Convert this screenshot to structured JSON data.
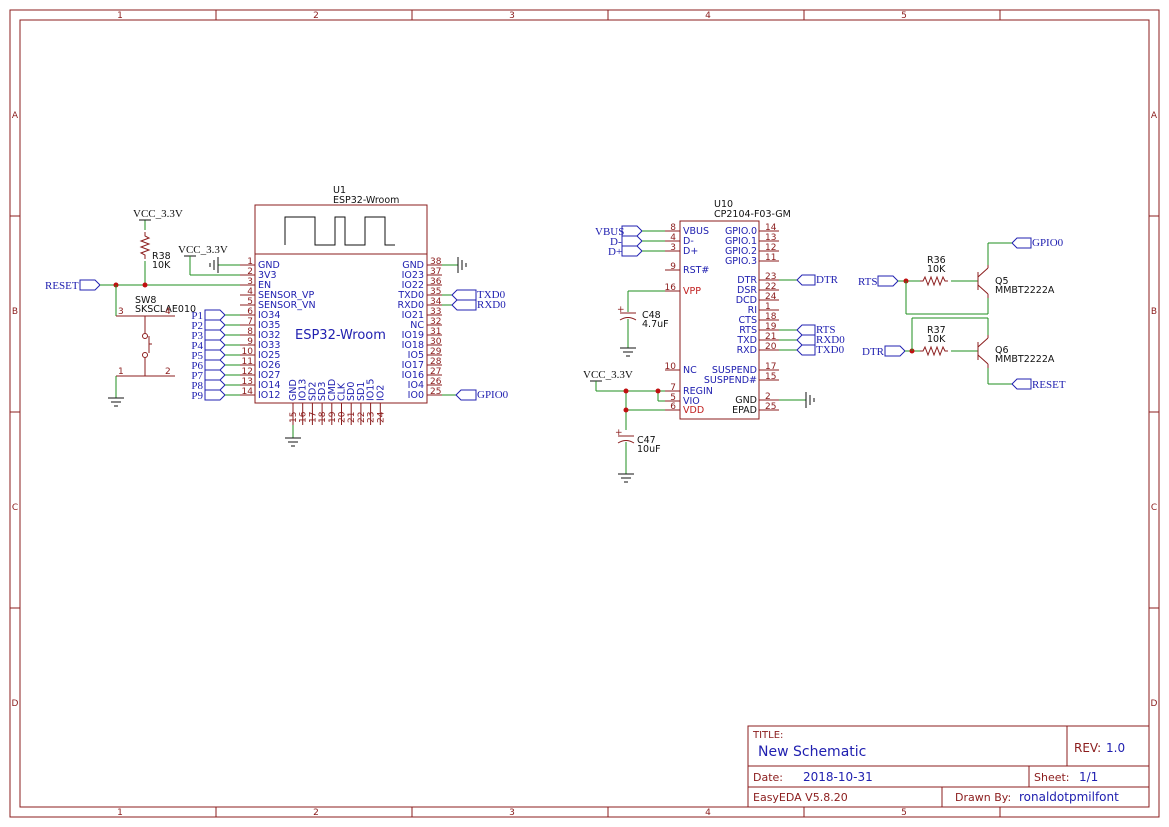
{
  "frame": {
    "col_labels": [
      "1",
      "2",
      "3",
      "4",
      "5"
    ],
    "row_labels": [
      "A",
      "B",
      "C",
      "D"
    ]
  },
  "titleblock": {
    "title_label": "TITLE:",
    "title_value": "New Schematic",
    "rev_label": "REV:",
    "rev_value": "1.0",
    "date_label": "Date:",
    "date_value": "2018-10-31",
    "sheet_label": "Sheet:",
    "sheet_value": "1/1",
    "tool": "EasyEDA V5.8.20",
    "drawn_label": "Drawn By:",
    "drawn_value": "ronaldotpmilfont"
  },
  "u1": {
    "ref": "U1",
    "value": "ESP32-Wroom",
    "center_label": "ESP32-Wroom",
    "left_pins": [
      {
        "num": "1",
        "name": "GND"
      },
      {
        "num": "2",
        "name": "3V3"
      },
      {
        "num": "3",
        "name": "EN"
      },
      {
        "num": "4",
        "name": "SENSOR_VP"
      },
      {
        "num": "5",
        "name": "SENSOR_VN"
      },
      {
        "num": "6",
        "name": "IO34"
      },
      {
        "num": "7",
        "name": "IO35"
      },
      {
        "num": "8",
        "name": "IO32"
      },
      {
        "num": "9",
        "name": "IO33"
      },
      {
        "num": "10",
        "name": "IO25"
      },
      {
        "num": "11",
        "name": "IO26"
      },
      {
        "num": "12",
        "name": "IO27"
      },
      {
        "num": "13",
        "name": "IO14"
      },
      {
        "num": "14",
        "name": "IO12"
      }
    ],
    "right_pins": [
      {
        "num": "38",
        "name": "GND"
      },
      {
        "num": "37",
        "name": "IO23"
      },
      {
        "num": "36",
        "name": "IO22"
      },
      {
        "num": "35",
        "name": "TXD0"
      },
      {
        "num": "34",
        "name": "RXD0"
      },
      {
        "num": "33",
        "name": "IO21"
      },
      {
        "num": "32",
        "name": "NC"
      },
      {
        "num": "31",
        "name": "IO19"
      },
      {
        "num": "30",
        "name": "IO18"
      },
      {
        "num": "29",
        "name": "IO5"
      },
      {
        "num": "28",
        "name": "IO17"
      },
      {
        "num": "27",
        "name": "IO16"
      },
      {
        "num": "26",
        "name": "IO4"
      },
      {
        "num": "25",
        "name": "IO0"
      }
    ],
    "bottom_pins": [
      {
        "num": "15",
        "name": "GND"
      },
      {
        "num": "16",
        "name": "IO13"
      },
      {
        "num": "17",
        "name": "SD2"
      },
      {
        "num": "18",
        "name": "SD3"
      },
      {
        "num": "19",
        "name": "CMD"
      },
      {
        "num": "20",
        "name": "CLK"
      },
      {
        "num": "21",
        "name": "SD0"
      },
      {
        "num": "22",
        "name": "SD1"
      },
      {
        "num": "23",
        "name": "IO15"
      },
      {
        "num": "24",
        "name": "IO2"
      }
    ],
    "p_labels": [
      "P1",
      "P2",
      "P3",
      "P4",
      "P5",
      "P6",
      "P7",
      "P8",
      "P9"
    ]
  },
  "u10": {
    "ref": "U10",
    "value": "CP2104-F03-GM",
    "left_pins": [
      {
        "num": "8",
        "name": "VBUS",
        "red": false
      },
      {
        "num": "4",
        "name": "D-",
        "red": false
      },
      {
        "num": "3",
        "name": "D+",
        "red": false
      },
      {
        "num": "9",
        "name": "RST#",
        "red": false
      },
      {
        "num": "16",
        "name": "VPP",
        "red": true
      },
      {
        "num": "10",
        "name": "NC",
        "red": false
      },
      {
        "num": "7",
        "name": "REGIN",
        "red": false
      },
      {
        "num": "5",
        "name": "VIO",
        "red": false
      },
      {
        "num": "6",
        "name": "VDD",
        "red": true
      }
    ],
    "right_pins": [
      {
        "num": "14",
        "name": "GPIO.0"
      },
      {
        "num": "13",
        "name": "GPIO.1"
      },
      {
        "num": "12",
        "name": "GPIO.2"
      },
      {
        "num": "11",
        "name": "GPIO.3"
      },
      {
        "num": "23",
        "name": "DTR"
      },
      {
        "num": "22",
        "name": "DSR"
      },
      {
        "num": "24",
        "name": "DCD"
      },
      {
        "num": "1",
        "name": "RI"
      },
      {
        "num": "18",
        "name": "CTS"
      },
      {
        "num": "19",
        "name": "RTS"
      },
      {
        "num": "21",
        "name": "TXD"
      },
      {
        "num": "20",
        "name": "RXD"
      },
      {
        "num": "17",
        "name": "SUSPEND"
      },
      {
        "num": "15",
        "name": "SUSPEND#"
      },
      {
        "num": "2",
        "name": "GND"
      },
      {
        "num": "25",
        "name": "EPAD"
      }
    ]
  },
  "parts": {
    "r38_ref": "R38",
    "r38_val": "10K",
    "sw8_ref": "SW8",
    "sw8_val": "SKSCLAE010",
    "sw_pin1": "1",
    "sw_pin2": "2",
    "sw_pin3": "3",
    "sw_pin4": "4",
    "c48_ref": "C48",
    "c48_val": "4.7uF",
    "c47_ref": "C47",
    "c47_val": "10uF",
    "r36_ref": "R36",
    "r36_val": "10K",
    "r37_ref": "R37",
    "r37_val": "10K",
    "q5_ref": "Q5",
    "q5_val": "MMBT2222A",
    "q6_ref": "Q6",
    "q6_val": "MMBT2222A"
  },
  "nets": {
    "vcc1": "VCC_3.3V",
    "vcc2": "VCC_3.3V",
    "vcc3": "VCC_3.3V",
    "reset_esp": "RESET",
    "txd0_esp": "TXD0",
    "rxd0_esp": "RXD0",
    "gpio0_esp": "GPIO0",
    "vbus": "VBUS",
    "dminus": "D-",
    "dplus": "D+",
    "dtr_cp": "DTR",
    "rts_cp": "RTS",
    "rxd0_cp": "RXD0",
    "txd0_cp": "TXD0",
    "gpio0_q": "GPIO0",
    "rts_q": "RTS",
    "dtr_q": "DTR",
    "reset_q": "RESET"
  }
}
